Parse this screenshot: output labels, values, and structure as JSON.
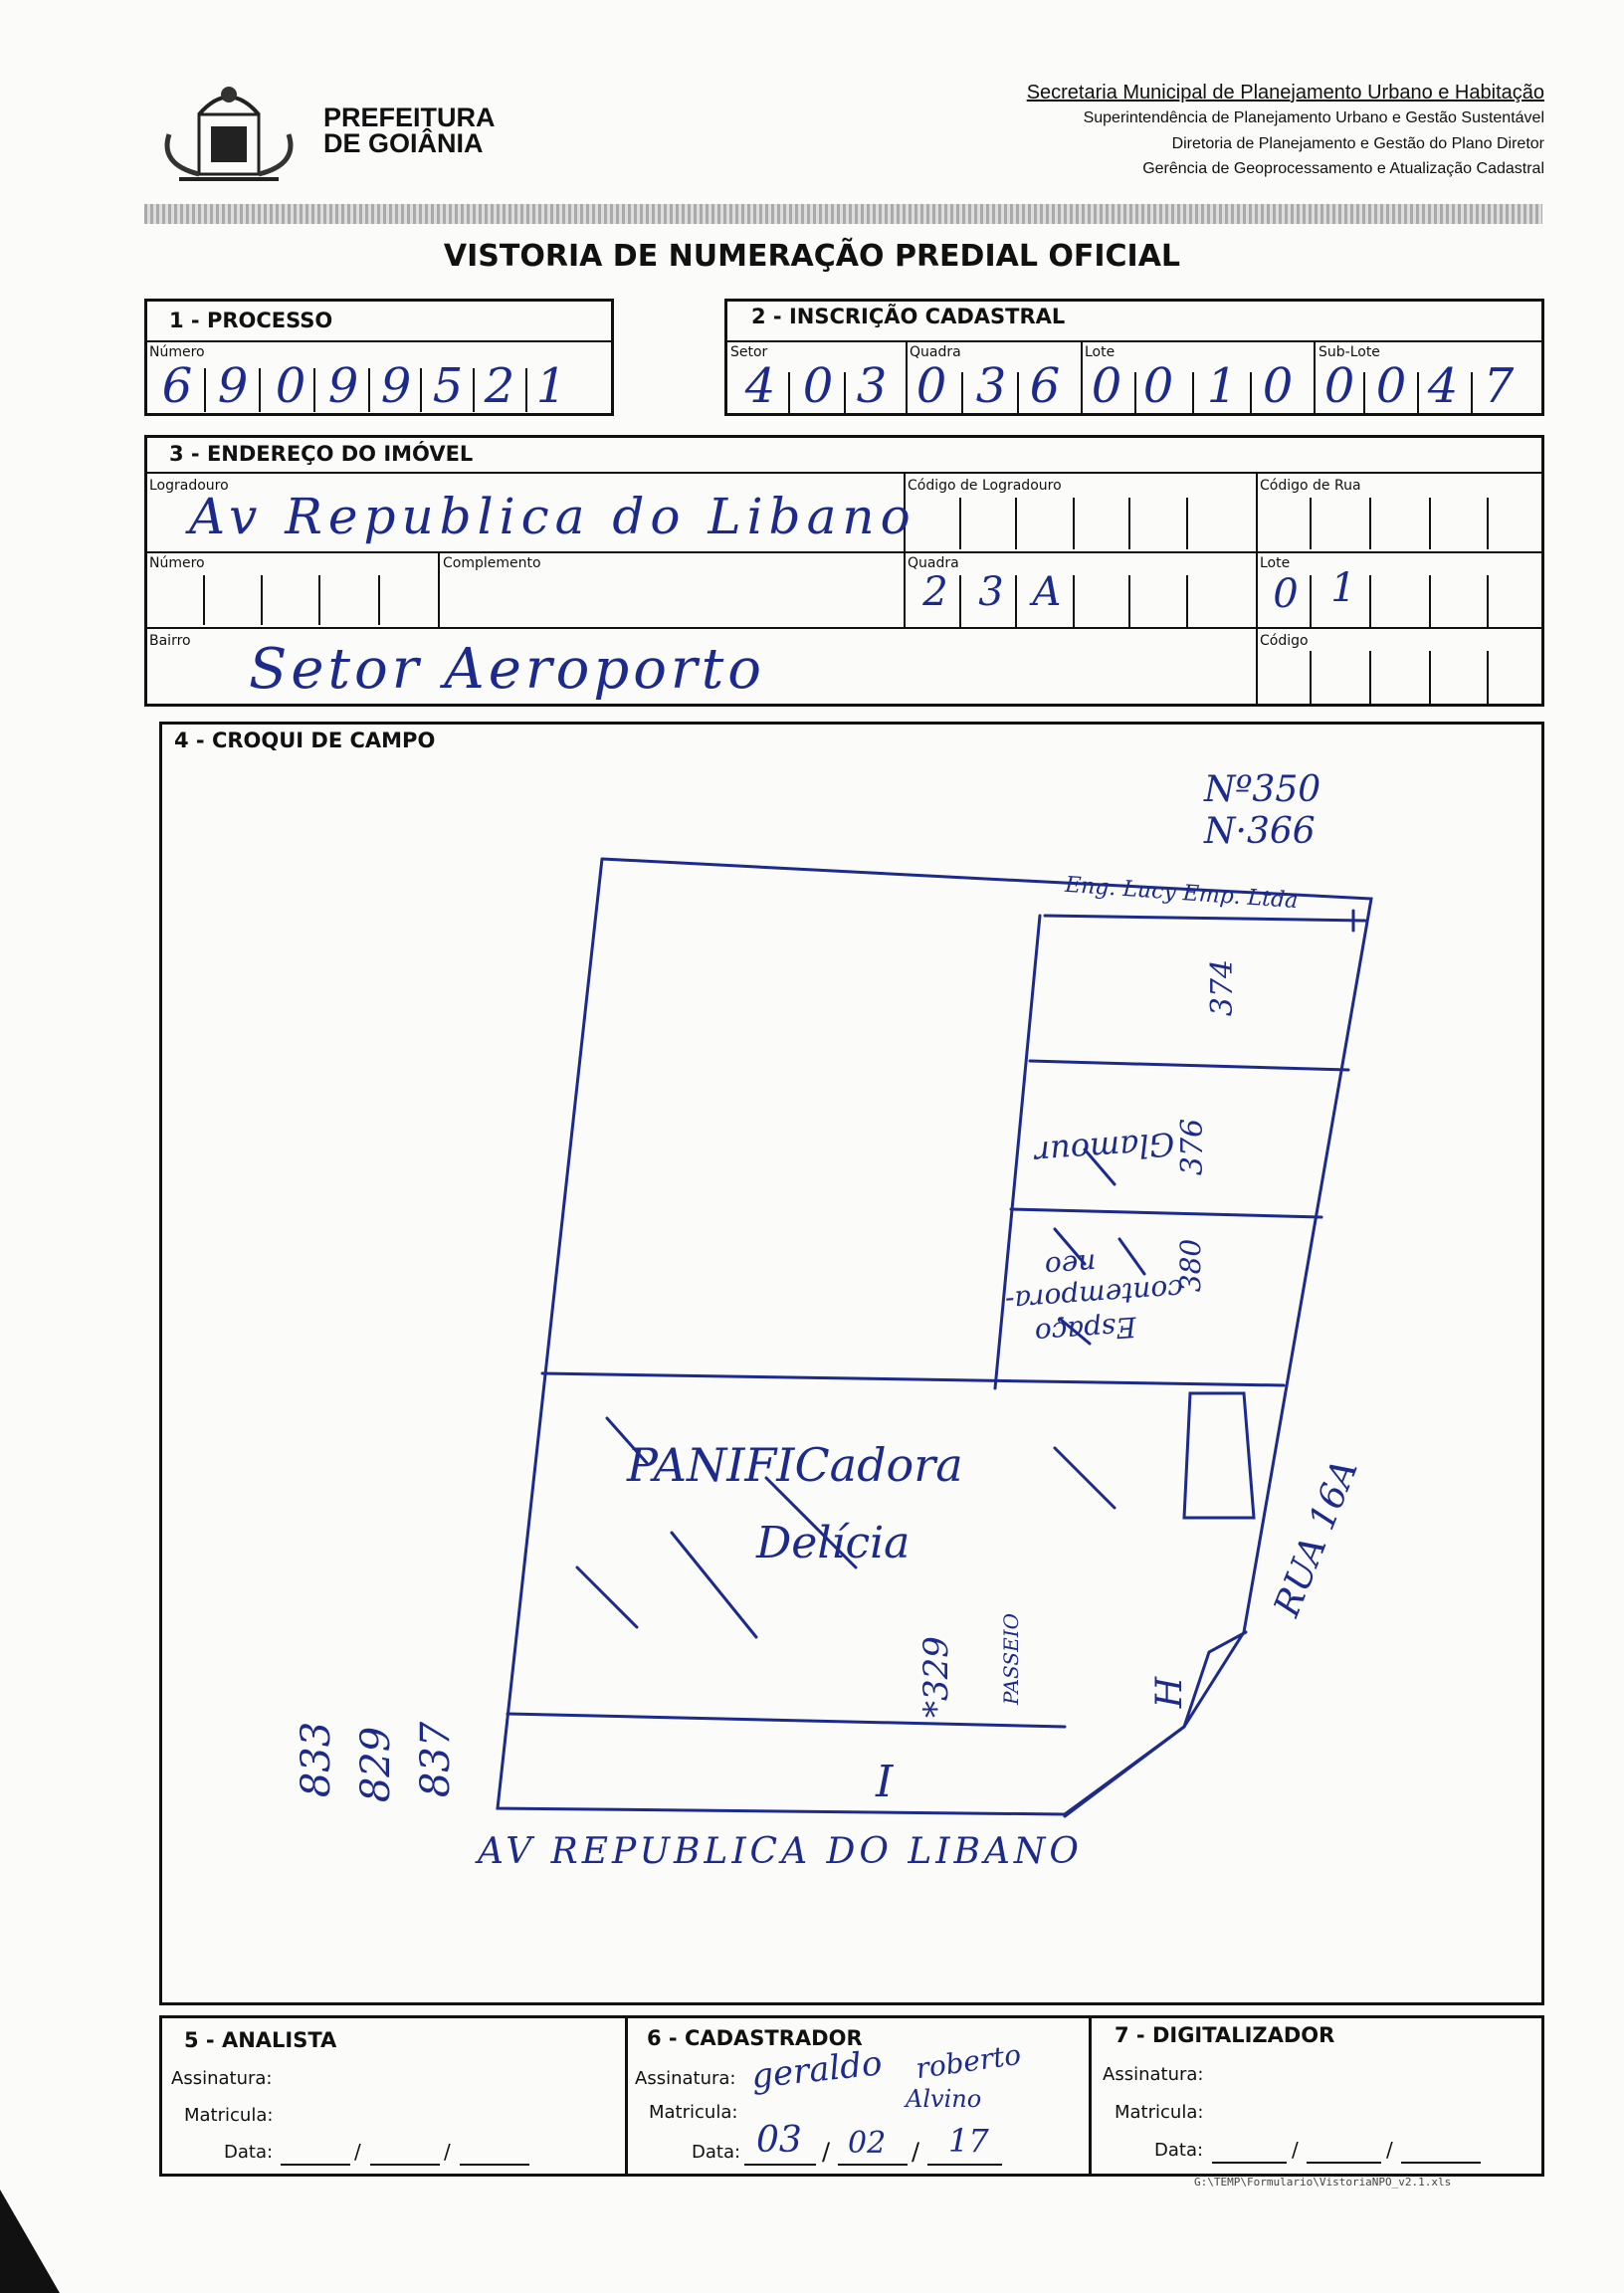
{
  "header": {
    "org_line1": "PREFEITURA",
    "org_line2": "DE GOIÂNIA",
    "secretaria": "Secretaria Municipal de Planejamento Urbano e Habitação",
    "sub1": "Superintendência de Planejamento Urbano e Gestão Sustentável",
    "sub2": "Diretoria de Planejamento e Gestão do Plano Diretor",
    "sub3": "Gerência de Geoprocessamento e Atualização Cadastral"
  },
  "title": "VISTORIA DE NUMERAÇÃO PREDIAL OFICIAL",
  "processo": {
    "heading": "1 - PROCESSO",
    "numero_label": "Número",
    "digits": [
      "6",
      "9",
      "0",
      "9",
      "9",
      "5",
      "2",
      "1"
    ]
  },
  "inscricao": {
    "heading": "2 - INSCRIÇÃO CADASTRAL",
    "setor_label": "Setor",
    "quadra_label": "Quadra",
    "lote_label": "Lote",
    "sublote_label": "Sub-Lote",
    "digits": [
      "4",
      "0",
      "3",
      "0",
      "3",
      "6",
      "0",
      "0",
      "1",
      "0",
      "0",
      "0",
      "4",
      "7"
    ]
  },
  "endereco": {
    "heading": "3 - ENDEREÇO DO IMÓVEL",
    "logradouro_label": "Logradouro",
    "logradouro_value": "Av Republica do Libano",
    "codigo_logradouro_label": "Código de Logradouro",
    "codigo_rua_label": "Código de Rua",
    "numero_label": "Número",
    "complemento_label": "Complemento",
    "quadra_label": "Quadra",
    "quadra_digits": [
      "2",
      "3",
      "A"
    ],
    "lote_label": "Lote",
    "lote_digits": [
      "0",
      "1"
    ],
    "bairro_label": "Bairro",
    "bairro_value": "Setor Aeroporto",
    "codigo_label": "Código"
  },
  "croqui": {
    "heading": "4 - CROQUI DE CAMPO",
    "notes": {
      "n350": "Nº350",
      "n366": "N·366",
      "top_label": "Eng. Lucy Emp. Ltda",
      "num374": "374",
      "num376": "376",
      "num380": "380",
      "p_glamour": "Glamour",
      "p_espaco1": "Espaço",
      "p_espaco2": "contempora-",
      "p_espaco3": "neo",
      "panificadora": "PANIFICadora",
      "delicia": "Delícia",
      "num329": "*329",
      "passeio": "PASSEIO",
      "rua": "RUA 16A",
      "left_833": "833",
      "left_829": "829",
      "left_837": "837",
      "avenida": "AV REPUBLICA DO LIBANO",
      "mark_i": "I",
      "mark_h": "H"
    }
  },
  "footer": {
    "analista_heading": "5 - ANALISTA",
    "cadastrador_heading": "6 - CADASTRADOR",
    "digitalizador_heading": "7 - DIGITALIZADOR",
    "assinatura_label": "Assinatura:",
    "matricula_label": "Matricula:",
    "data_label": "Data:",
    "cad_sign1": "geraldo",
    "cad_sign2": "roberto",
    "cad_sign3": "Alvino",
    "cad_date_d": "03",
    "cad_date_m": "02",
    "cad_date_y": "17",
    "file_path": "G:\\TEMP\\Formulario\\VistoriaNPO_v2.1.xls"
  }
}
